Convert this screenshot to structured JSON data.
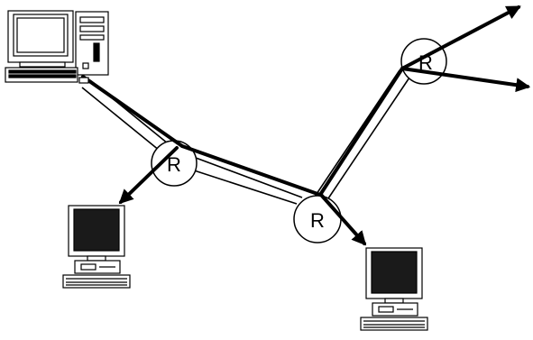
{
  "colors": {
    "background": "#ffffff",
    "stroke": "#000000",
    "screen": "#1a1a1a",
    "body": "#ffffff"
  },
  "routers": [
    {
      "id": "router-1",
      "label": "R"
    },
    {
      "id": "router-2",
      "label": "R"
    },
    {
      "id": "router-3",
      "label": "R"
    }
  ],
  "hosts": [
    {
      "id": "source-host",
      "icon": "desktop-tower-computer-icon",
      "role": "sender"
    },
    {
      "id": "receiver-host-1",
      "icon": "desktop-computer-icon",
      "role": "receiver"
    },
    {
      "id": "receiver-host-2",
      "icon": "desktop-computer-icon",
      "role": "receiver"
    }
  ],
  "links": [
    {
      "from": "source-host",
      "to": "router-1",
      "kind": "unicast-tunnel"
    },
    {
      "from": "router-1",
      "to": "router-2",
      "kind": "unicast-tunnel"
    },
    {
      "from": "router-2",
      "to": "router-3",
      "kind": "unicast-tunnel"
    }
  ],
  "multicast_flows": [
    {
      "from": "source-host",
      "to": "router-1"
    },
    {
      "from": "router-1",
      "to": "receiver-host-1"
    },
    {
      "from": "router-1",
      "to": "router-2"
    },
    {
      "from": "router-2",
      "to": "receiver-host-2"
    },
    {
      "from": "router-2",
      "to": "router-3"
    },
    {
      "from": "router-3",
      "to": "offscreen-up"
    },
    {
      "from": "router-3",
      "to": "offscreen-right"
    }
  ]
}
